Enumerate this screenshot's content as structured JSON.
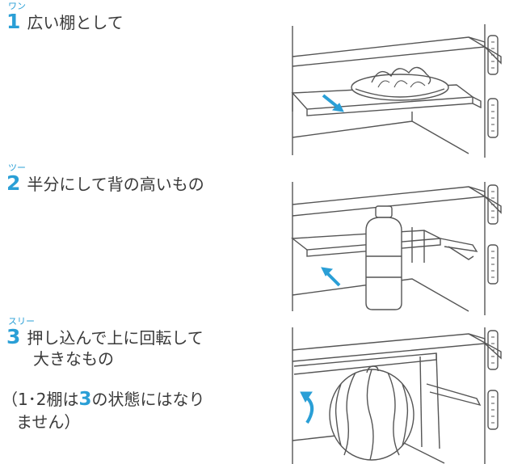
{
  "items": [
    {
      "ruby": "ワン",
      "number": "1",
      "text": "広い棚として"
    },
    {
      "ruby": "ツー",
      "number": "2",
      "text": "半分にして背の高いもの"
    },
    {
      "ruby": "スリー",
      "number": "3",
      "text": "押し込んで上に回転して",
      "text2": "大きなもの"
    }
  ],
  "note": {
    "part1": "（1･2棚は",
    "bold": "3",
    "part2": "の状態にはなり",
    "line2": "ません）"
  },
  "colors": {
    "accent": "#2a9fd6",
    "line": "#555555"
  }
}
